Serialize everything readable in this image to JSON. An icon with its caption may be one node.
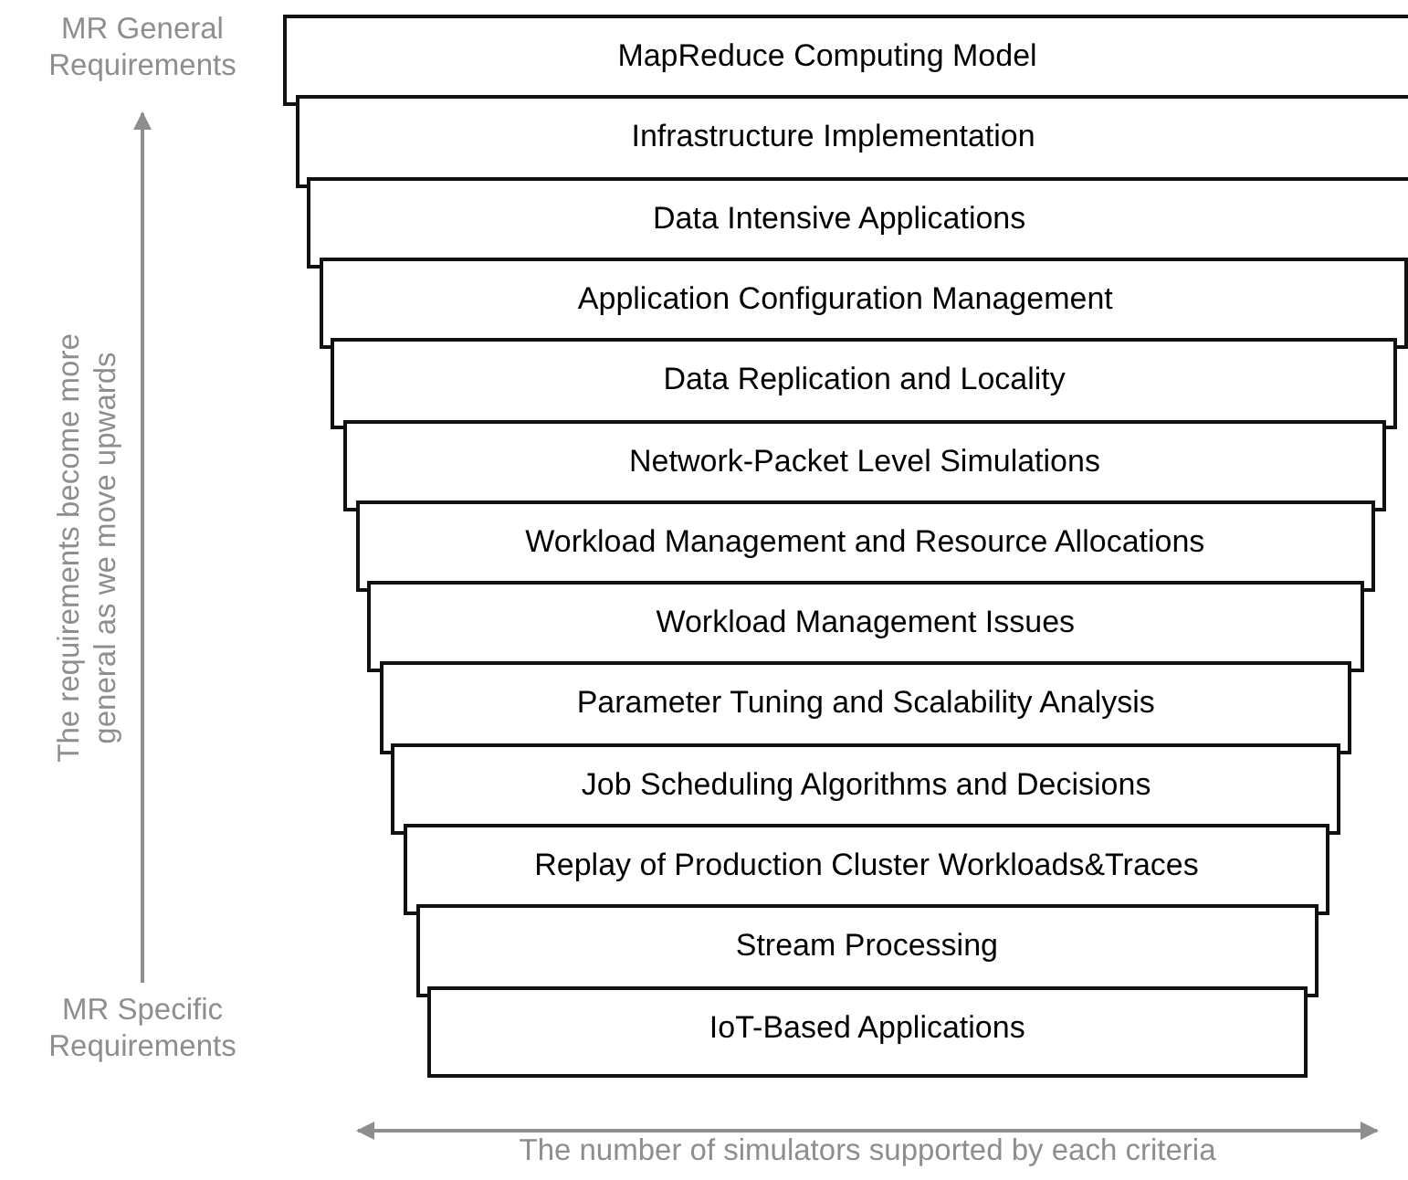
{
  "diagram": {
    "nodes": [
      {
        "text": [
          "MapReduce Computing Model"
        ]
      },
      {
        "text": [
          "Infrastructure Implementation"
        ]
      },
      {
        "text": [
          "Data Intensive Applications"
        ]
      },
      {
        "text": [
          "Application Configuration Management"
        ]
      },
      {
        "text": [
          "Data Replication and Locality"
        ]
      },
      {
        "text": [
          "Network-Packet Level Simulations"
        ]
      },
      {
        "text": [
          "Workload Management and Resource Allocations"
        ]
      },
      {
        "text": [
          "Workload Management Issues"
        ]
      },
      {
        "text": [
          "Parameter Tuning and Scalability Analysis"
        ]
      },
      {
        "text": [
          "Job Scheduling Algorithms and Decisions"
        ]
      },
      {
        "text": [
          "Replay of Production Cluster Workloads&Traces"
        ]
      },
      {
        "text": [
          "Stream Processing"
        ]
      },
      {
        "text": [
          "IoT-Based Applications"
        ]
      }
    ],
    "edges": [],
    "labels": [
      "MR General Requirements",
      "The requirements become more general as we move upwards",
      "MR Specific Requirements",
      "The number of simulators supported by each criteria"
    ]
  }
}
